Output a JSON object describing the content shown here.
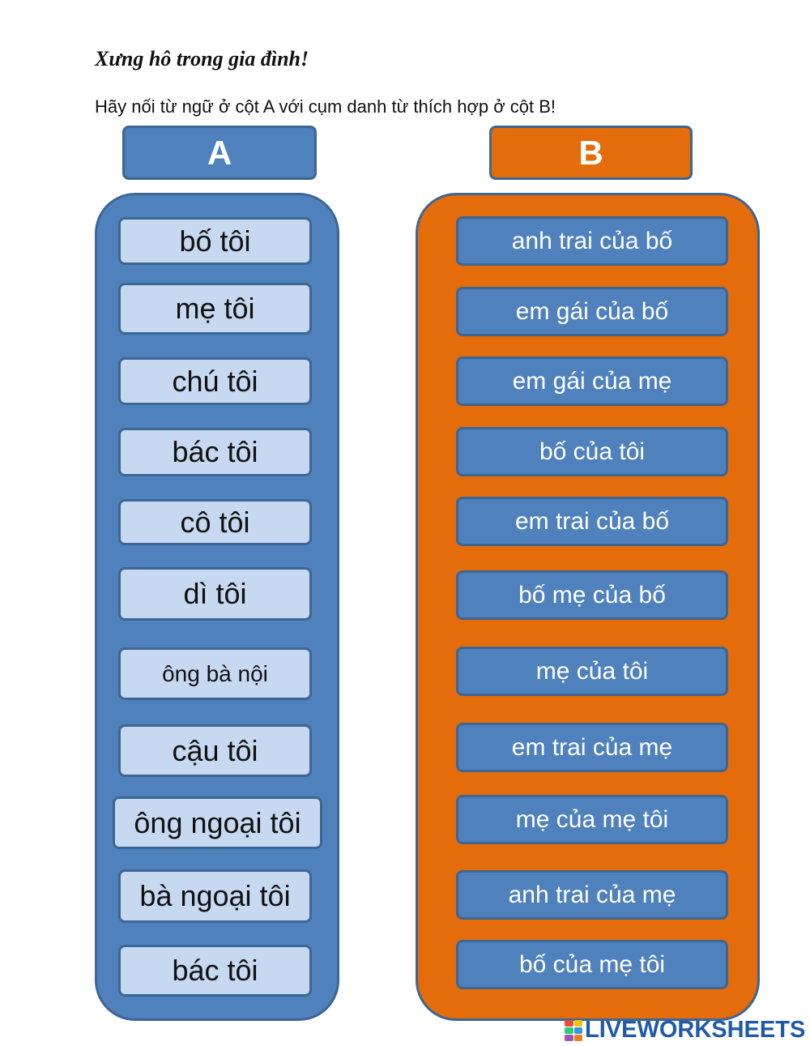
{
  "title": "Xưng hô trong gia đình!",
  "instruction": "Hãy nối từ ngữ ở cột A với cụm danh từ thích hợp ở cột B!",
  "column_a": {
    "header": "A",
    "items": [
      "bố tôi",
      "mẹ tôi",
      "chú tôi",
      "bác tôi",
      "cô tôi",
      "dì tôi",
      "ông bà nội",
      "cậu tôi",
      "ông ngoại tôi",
      "bà ngoại tôi",
      "bác tôi"
    ]
  },
  "column_b": {
    "header": "B",
    "items": [
      "anh trai của bố",
      "em gái của bố",
      "em gái của mẹ",
      "bố của tôi",
      "em trai của bố",
      "bố mẹ của bố",
      "mẹ của tôi",
      "em trai của mẹ",
      "mẹ của mẹ tôi",
      "anh trai của mẹ",
      "bố của mẹ tôi"
    ]
  },
  "branding": {
    "logo_text": "LIVEWORKSHEETS"
  },
  "colors": {
    "column_a_fill": "#4f81bd",
    "column_b_fill": "#e46c0a",
    "item_a_fill": "#c6d9f1",
    "border": "#3e6694",
    "logo_text": "#1f5aa6"
  }
}
